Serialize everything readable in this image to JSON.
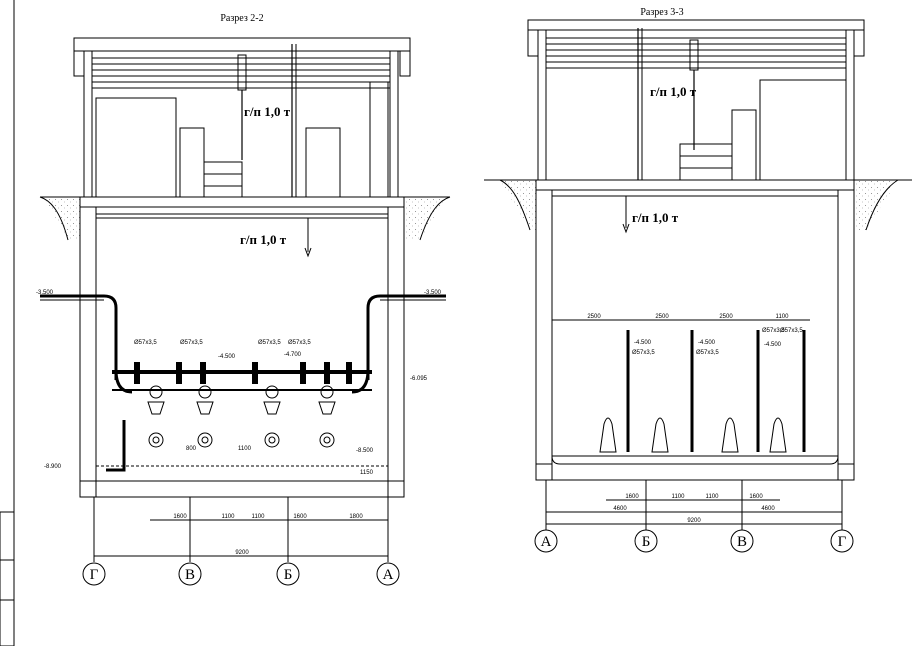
{
  "section_left": {
    "title": "Разрез 2-2",
    "hoist_top": "г/п 1,0 т",
    "hoist_bottom": "г/п 1,0 т",
    "levels": [
      "-3.500",
      "-3.500",
      "-6.095",
      "-8.900",
      "-8.500",
      "-4.500",
      "-4.700"
    ],
    "pipes": [
      "Ø57x3,5",
      "Ø57x3,5",
      "Ø57x3,5",
      "Ø57x3,5"
    ],
    "dims_bottom": [
      "1600",
      "1100",
      "1100",
      "1600",
      "1800"
    ],
    "dims_mid": [
      "800",
      "1100"
    ],
    "dim_1150": "1150",
    "dim_total": "9200",
    "axes": [
      "Г",
      "В",
      "Б",
      "А"
    ]
  },
  "section_right": {
    "title": "Разрез 3-3",
    "hoist_top": "г/п 1,0 т",
    "hoist_bottom": "г/п 1,0 т",
    "dims_top": [
      "2500",
      "2500",
      "2500",
      "1100"
    ],
    "pipes": [
      "Ø57x3,5",
      "Ø57x3,5",
      "Ø57x3,5",
      "Ø57x3,5"
    ],
    "levels": [
      "-4.500",
      "-4.500",
      "-4.500"
    ],
    "dims_bottom": [
      "1600",
      "1100",
      "1100",
      "1600"
    ],
    "dims_half": [
      "4600",
      "4600"
    ],
    "dim_total": "9200",
    "axes": [
      "А",
      "Б",
      "В",
      "Г"
    ]
  },
  "colors": {
    "line": "#000000",
    "hatch": "#555555",
    "ground": "#888888"
  }
}
